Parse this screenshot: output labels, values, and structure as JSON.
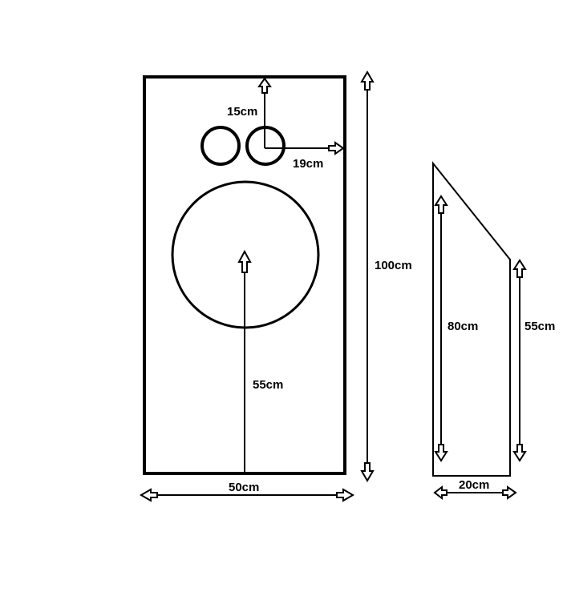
{
  "front_view": {
    "height_label": "100cm",
    "width_label": "50cm",
    "woofer_center_height_label": "55cm",
    "tweeter_top_offset_label": "15cm",
    "tweeter_side_offset_label": "19cm"
  },
  "side_view": {
    "front_height_label": "80cm",
    "back_height_label": "55cm",
    "depth_label": "20cm"
  },
  "colors": {
    "ink": "#000000",
    "background": "#ffffff"
  }
}
